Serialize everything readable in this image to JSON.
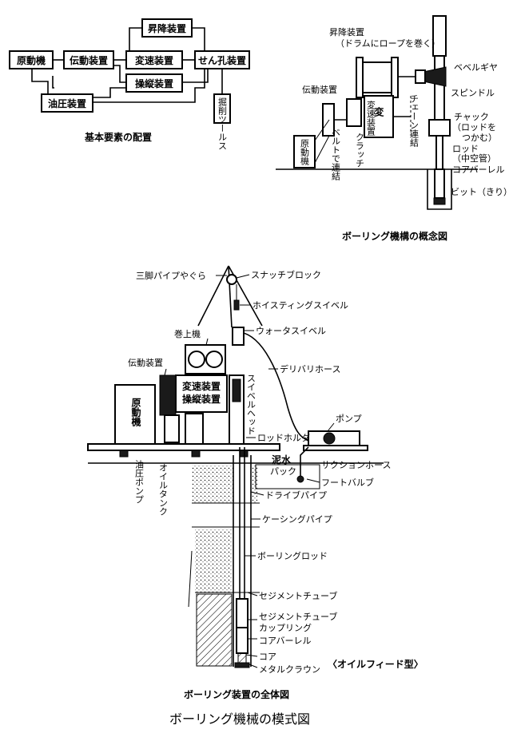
{
  "block_diagram": {
    "caption": "基本要素の配置",
    "boxes": {
      "prime_mover": "原動機",
      "transmission": "伝動装置",
      "hoisting": "昇降装置",
      "speed_change": "変速装置",
      "drilling": "せん孔装置",
      "control": "操縦装置",
      "hydraulic": "油圧装置",
      "drill_tools": "掘削ツールス"
    }
  },
  "concept": {
    "caption": "ボーリング機構の概念図",
    "labels": {
      "hoisting": "昇降装置",
      "hoisting_sub": "（ドラムにロープを巻く）",
      "bevel_gear": "ベベルギヤ",
      "spindle": "スピンドル",
      "transmission": "伝動装置",
      "speed_change": "変速装置",
      "chain": "チェーン連結",
      "chuck": "チャック",
      "chuck_sub1": "（ロッドを",
      "chuck_sub2": "つかむ）",
      "clutch": "クラッチ",
      "belt": "ベルトで連結",
      "prime_mover": "原動機",
      "rod": "ロッド",
      "rod_sub": "（中空管）",
      "core_barrel": "コアバーレル",
      "bit": "ビット（きり）"
    }
  },
  "overall": {
    "caption": "ボーリング装置の全体図",
    "type_note": "〈オイルフィード型〉",
    "labels": {
      "tripod": "三脚パイプやぐら",
      "snatch_block": "スナッチブロック",
      "hoisting_swivel": "ホイスティングスイベル",
      "winch": "巻上機",
      "water_swivel": "ウォータスイベル",
      "transmission": "伝動装置",
      "delivery_hose": "デリバリホース",
      "speed_change": "変速装置",
      "control": "操縦装置",
      "prime_mover": "原動機",
      "swivel_head": "スイベルヘッド",
      "pump": "ポンプ",
      "rod_holder": "ロッドホルダ",
      "oil_pump": "油圧ポンプ",
      "oil_tank": "オイルタンク",
      "mud_pack1": "泥水",
      "mud_pack2": "パック",
      "suction_hose": "サクションホース",
      "foot_valve": "フートバルブ",
      "drive_pipe": "ドライブパイプ",
      "casing_pipe": "ケーシングパイプ",
      "boring_rod": "ボーリングロッド",
      "cement_tube": "セジメントチューブ",
      "cement_coupling1": "セジメントチューブ",
      "cement_coupling2": "カップリング",
      "core_barrel": "コアバーレル",
      "core": "コア",
      "metal_crown": "メタルクラウン"
    }
  },
  "page_title": "ボーリング機械の模式図",
  "colors": {
    "ink": "#000000",
    "paper": "#ffffff"
  }
}
